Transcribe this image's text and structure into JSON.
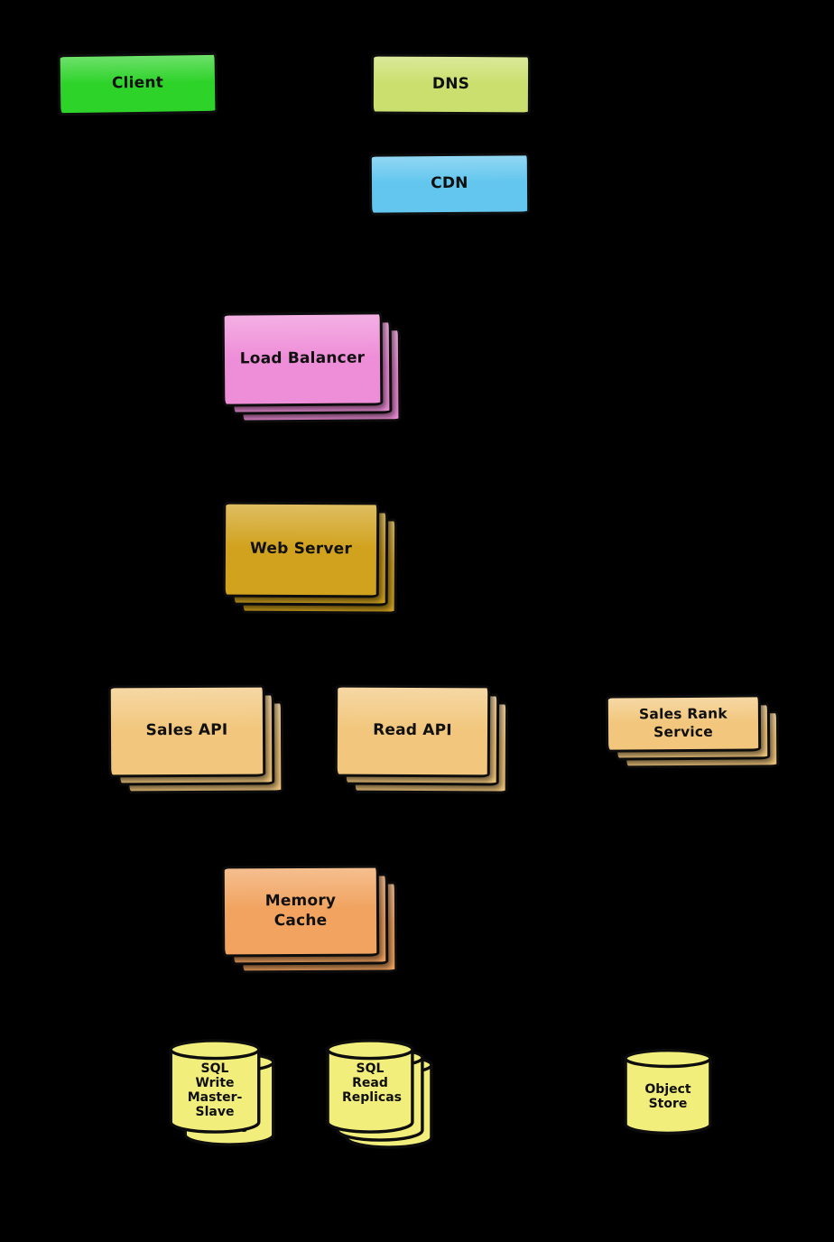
{
  "canvas": {
    "background": "#000000"
  },
  "nodes": {
    "client": {
      "label": "Client",
      "color": "#2ed32a",
      "type": "box"
    },
    "dns": {
      "label": "DNS",
      "color": "#cbdf6e",
      "type": "box"
    },
    "cdn": {
      "label": "CDN",
      "color": "#62c6ee",
      "type": "box"
    },
    "load_balancer": {
      "label": "Load Balancer",
      "color": "#ef8ed8",
      "type": "box-stack"
    },
    "web_server": {
      "label": "Web Server",
      "color": "#d1a21e",
      "type": "box-stack"
    },
    "sales_api": {
      "label": "Sales API",
      "color": "#f2c77d",
      "type": "box-stack"
    },
    "read_api": {
      "label": "Read API",
      "color": "#f2c77d",
      "type": "box-stack"
    },
    "sales_rank_service": {
      "label": "Sales Rank Service",
      "color": "#f2c77d",
      "type": "box-stack"
    },
    "memory_cache": {
      "label": "Memory Cache",
      "color": "#f1a35f",
      "type": "box-stack"
    },
    "sql_write_master_slave": {
      "label": "SQL Write Master-Slave",
      "back_label": "Slave",
      "color": "#f2ee7b",
      "type": "cylinder-stack"
    },
    "sql_read_replicas": {
      "label": "SQL Read Replicas",
      "color": "#f2ee7b",
      "type": "cylinder-stack"
    },
    "object_store": {
      "label": "Object Store",
      "color": "#f2ee7b",
      "type": "cylinder"
    }
  }
}
